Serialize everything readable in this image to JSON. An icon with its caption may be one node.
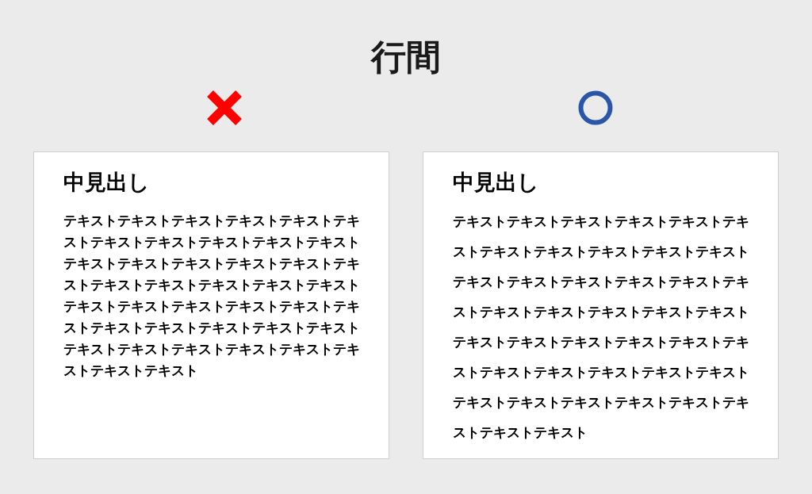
{
  "diagram": {
    "title": "行間",
    "nodes": [
      {
        "text": [
          "中見出し",
          "テキストテキストテキストテキストテキストテキストテキストテキストテキストテキストテキストテキストテキストテキストテキストテキストテキストテキストテキストテキストテキストテキストテキストテキストテキストテキストテキストテキストテキストテキストテキストテキストテキストテキストテキストテキストテキストテキストテキストテキストテキスト"
        ]
      },
      {
        "text": [
          "中見出し",
          "テキストテキストテキストテキストテキストテキストテキストテキストテキストテキストテキストテキストテキストテキストテキストテキストテキストテキストテキストテキストテキストテキストテキストテキストテキストテキストテキストテキストテキストテキストテキストテキストテキストテキストテキストテキストテキストテキストテキストテキストテキスト"
        ]
      }
    ]
  }
}
